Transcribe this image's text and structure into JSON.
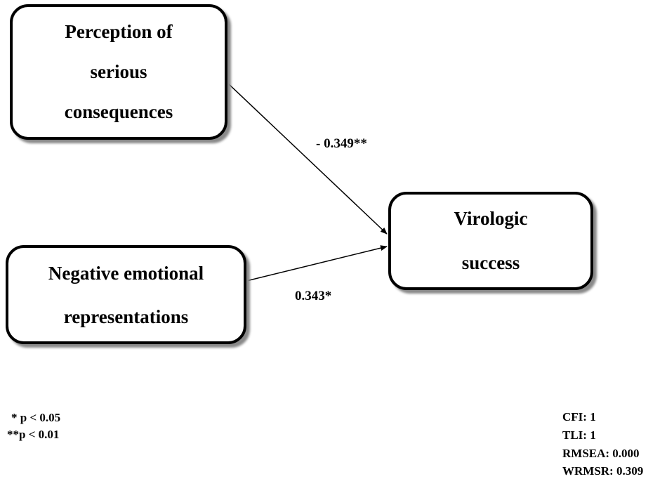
{
  "diagram": {
    "nodes": {
      "perception": {
        "label": "Perception of\nserious\nconsequences"
      },
      "negative": {
        "label": "Negative emotional\nrepresentations"
      },
      "virologic": {
        "label": "Virologic\nsuccess"
      }
    },
    "edges": [
      {
        "from": "perception",
        "to": "virologic",
        "coefficient": "- 0.349**"
      },
      {
        "from": "negative",
        "to": "virologic",
        "coefficient": "0.343*"
      }
    ]
  },
  "significance_legend": [
    "* p < 0.05",
    "**p < 0.01"
  ],
  "fit_indices": [
    "CFI: 1",
    "TLI: 1",
    "RMSEA: 0.000",
    "WRMSR: 0.309"
  ],
  "colors": {
    "stroke": "#000000",
    "shadow": "#8a8a8a",
    "background": "#ffffff"
  }
}
